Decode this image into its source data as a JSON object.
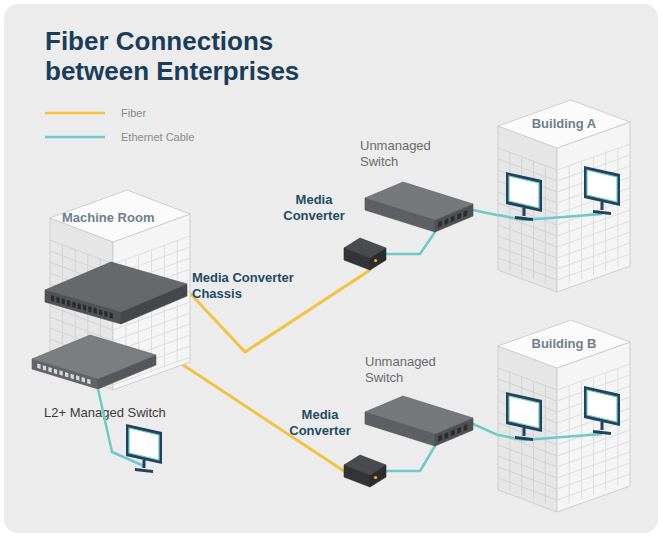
{
  "diagram": {
    "title": "Fiber Connections between Enterprises",
    "nodes": [
      {
        "text": [
          "Machine Room"
        ]
      },
      {
        "text": [
          "Media Converter Chassis"
        ]
      },
      {
        "text": [
          "L2+ Managed Switch"
        ]
      },
      {
        "text": [
          "Unmanaged Switch"
        ]
      },
      {
        "text": [
          "Media Converter"
        ]
      },
      {
        "text": [
          "Building A"
        ]
      },
      {
        "text": [
          "Unmanaged Switch"
        ]
      },
      {
        "text": [
          "Media Converter"
        ]
      },
      {
        "text": [
          "Building B"
        ]
      }
    ],
    "edges": [
      {
        "from": 1,
        "to": 4,
        "arrow": "none"
      },
      {
        "from": 1,
        "to": 7,
        "arrow": "none"
      },
      {
        "from": 4,
        "to": 3,
        "arrow": "none"
      },
      {
        "from": 3,
        "to": 5,
        "arrow": "none"
      },
      {
        "from": 7,
        "to": 6,
        "arrow": "none"
      },
      {
        "from": 6,
        "to": 8,
        "arrow": "none"
      },
      {
        "from": 1,
        "to": 2,
        "arrow": "none"
      }
    ],
    "legend": [
      {
        "text": "Fiber"
      },
      {
        "text": "Ethernet Cable"
      }
    ]
  }
}
